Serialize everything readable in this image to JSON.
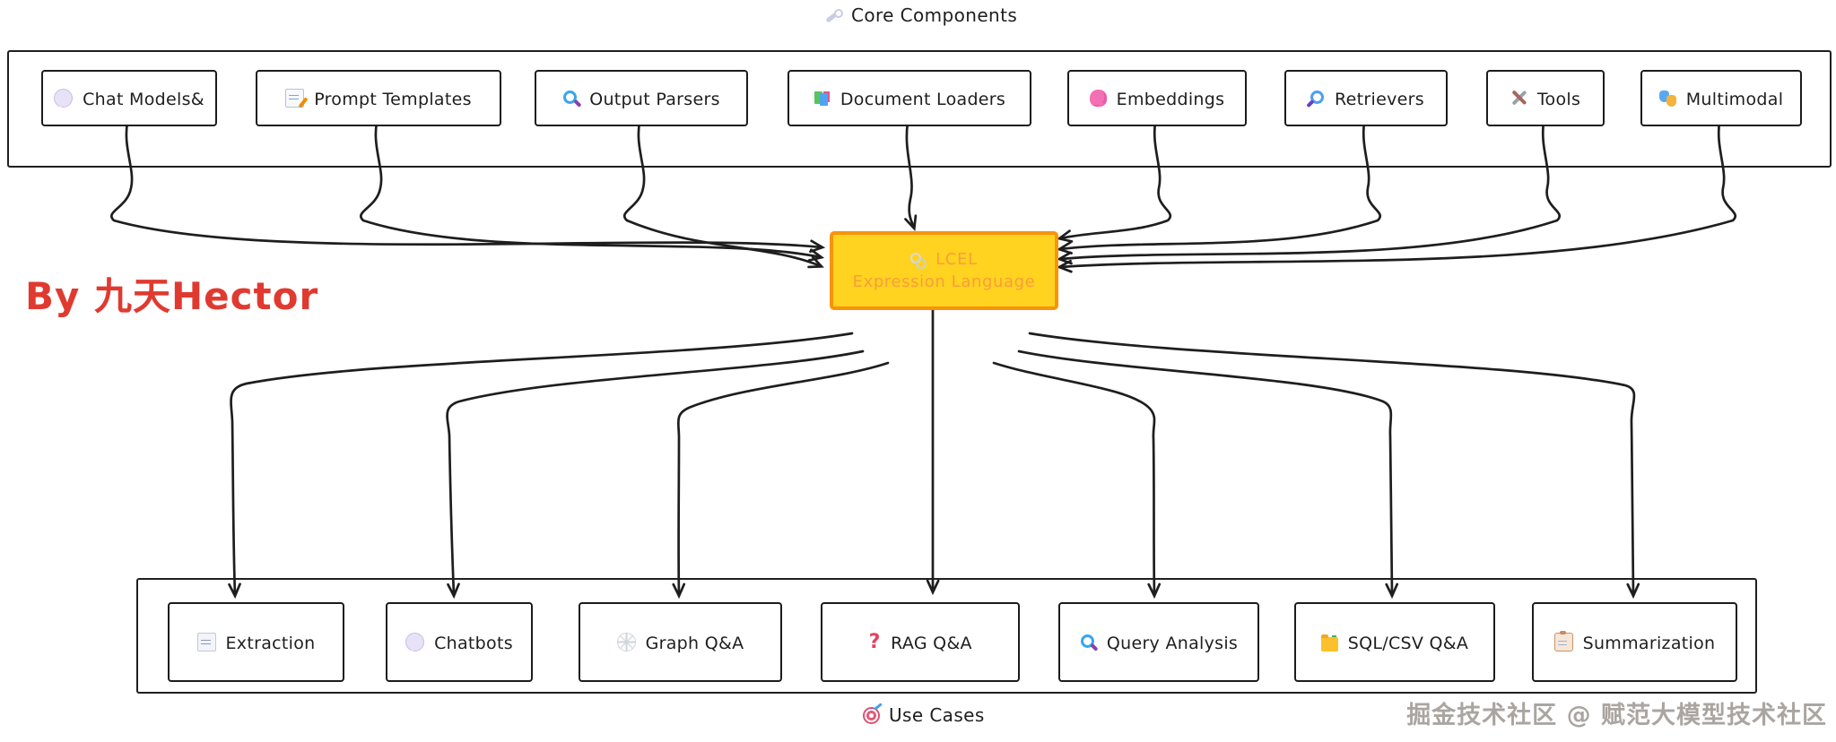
{
  "header": {
    "label": "Core Components",
    "icon": "wrench-icon"
  },
  "footer": {
    "label": "Use Cases",
    "icon": "target-icon"
  },
  "credit": {
    "text": "By 九天Hector"
  },
  "watermark": {
    "text": "掘金技术社区 @ 赋范大模型技术社区"
  },
  "center_node": {
    "title": "LCEL",
    "subtitle": "Expression Language",
    "icon": "chain-link-icon",
    "fill_color": "#ffd320",
    "border_color": "#f8930a",
    "text_color": "#fb9d3a"
  },
  "core_components": [
    {
      "label": "Chat Models&",
      "icon": "speech-bubble-icon"
    },
    {
      "label": "Prompt Templates",
      "icon": "memo-pencil-icon"
    },
    {
      "label": "Output Parsers",
      "icon": "magnifier-icon"
    },
    {
      "label": "Document Loaders",
      "icon": "bookmark-tabs-icon"
    },
    {
      "label": "Embeddings",
      "icon": "brain-icon"
    },
    {
      "label": "Retrievers",
      "icon": "magnifier-tilted-icon"
    },
    {
      "label": "Tools",
      "icon": "hammer-wrench-icon"
    },
    {
      "label": "Multimodal",
      "icon": "performing-arts-icon"
    }
  ],
  "use_cases": [
    {
      "label": "Extraction",
      "icon": "page-icon"
    },
    {
      "label": "Chatbots",
      "icon": "speech-bubble-icon"
    },
    {
      "label": "Graph Q&A",
      "icon": "spider-web-icon"
    },
    {
      "label": "RAG Q&A",
      "icon": "question-mark-icon"
    },
    {
      "label": "Query Analysis",
      "icon": "magnifier-icon"
    },
    {
      "label": "SQL/CSV Q&A",
      "icon": "folder-icon"
    },
    {
      "label": "Summarization",
      "icon": "clipboard-icon"
    }
  ],
  "colors": {
    "ink": "#1e1e1e",
    "credit_red": "#e03a30",
    "watermark_gray": "#aaa5a0"
  }
}
